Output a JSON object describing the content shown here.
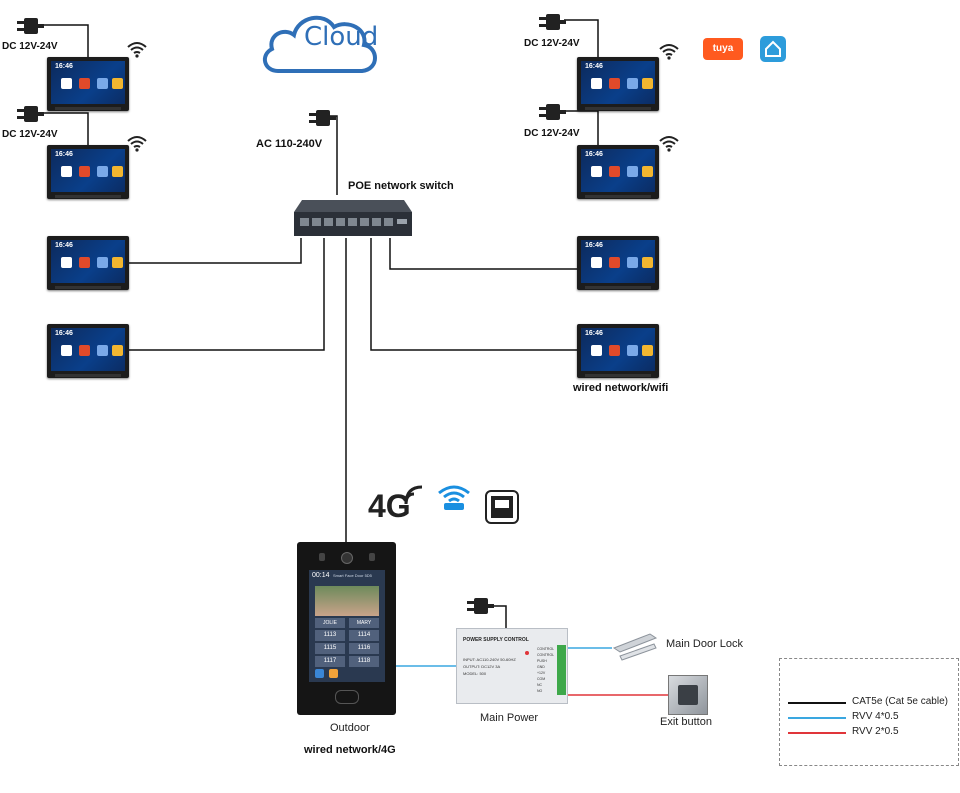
{
  "cloud": {
    "label": "Cloud"
  },
  "power": {
    "dc_label": "DC  12V-24V",
    "ac_label": "AC 110-240V"
  },
  "switch": {
    "label": "POE network switch"
  },
  "monitors": {
    "time": "16:46"
  },
  "apps": {
    "tuya": "tuya"
  },
  "labels": {
    "wired_wifi": "wired network/wifi",
    "outdoor": "Outdoor",
    "wired_4g": "wired network/4G",
    "main_power": "Main Power",
    "main_door_lock": "Main Door Lock",
    "exit_button": "Exit button"
  },
  "connectivity": {
    "fourg": "4G",
    "wifi_text": "WiFi"
  },
  "outdoor_panel": {
    "time": "00:14",
    "title": "Smart Face Door 5D5",
    "names": [
      "JOLIE",
      "MARY"
    ],
    "rooms": [
      "1113",
      "1114",
      "1115",
      "1116",
      "1117",
      "1118"
    ]
  },
  "power_supply": {
    "title": "POWER SUPPLY CONTROL",
    "input": "INPUT: AC110-240V 50-60HZ",
    "output": "OUTPUT: DC12V 3A",
    "model": "MODEL: 500",
    "terminals": [
      "CONTROL",
      "CONTROL",
      "PUSH",
      "GND",
      "+12V",
      "COM",
      "NC",
      "NO"
    ]
  },
  "legend": {
    "items": [
      {
        "label": "CAT5e  (Cat 5e cable)",
        "color": "#111111"
      },
      {
        "label": "RVV 4*0.5",
        "color": "#3aa7e0"
      },
      {
        "label": "RVV 2*0.5",
        "color": "#e0353a"
      }
    ]
  },
  "colors": {
    "cat5e": "#111111",
    "rvv4": "#3aa7e0",
    "rvv2": "#e0353a",
    "cloud": "#2f6fb7",
    "tuya": "#ff5a1f",
    "smartlife": "#2d9cdb"
  }
}
